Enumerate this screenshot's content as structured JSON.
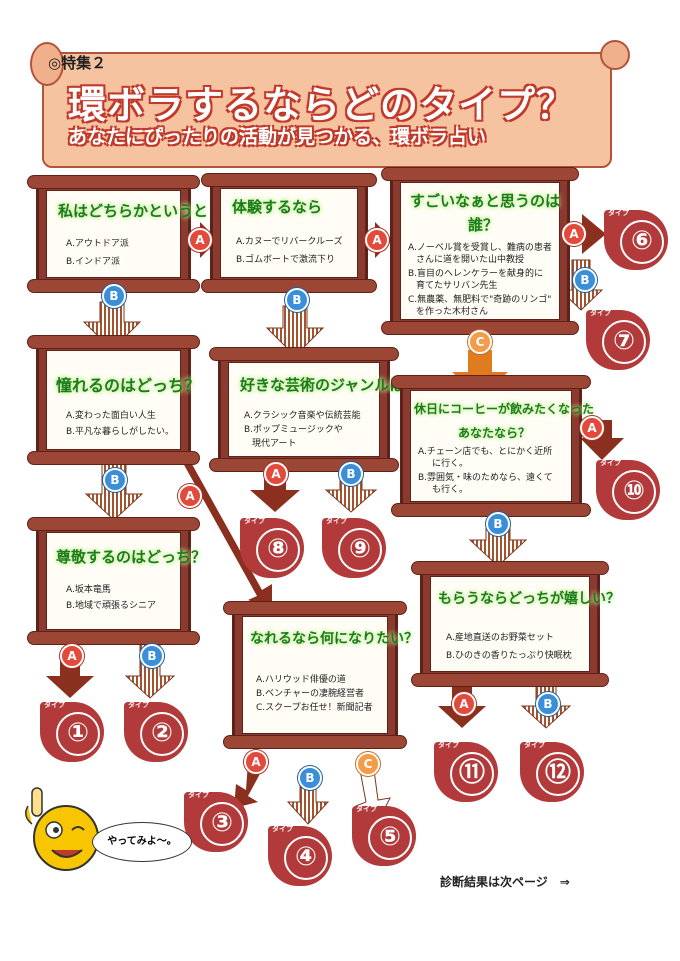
{
  "header": {
    "label": "◎特集２",
    "title": "環ボラするならどのタイプ？",
    "subtitle": "あなたにぴったりの活動が見つかる、環ボラ占い"
  },
  "type_tag": "タイプ",
  "questions": [
    {
      "id": "q1",
      "title": "私はどちらかというと",
      "options": [
        "A.アウトドア派",
        "B.インドア派"
      ]
    },
    {
      "id": "q2",
      "title": "体験するなら",
      "options": [
        "A.カヌーでリバークルーズ",
        "B.ゴムボートで激流下り"
      ]
    },
    {
      "id": "q3",
      "title": "すごいなぁと思うのは",
      "title2": "誰？",
      "options": [
        "A.ノーベル賞を受賞し、難病の患者",
        "さんに道を開いた山中教授",
        "B.盲目のヘレンケラーを献身的に",
        "育てたサリバン先生",
        "C.無農薬、無肥料で\"奇跡のリンゴ\"",
        "を作った木村さん"
      ]
    },
    {
      "id": "q4",
      "title": "憧れるのはどっち？",
      "options": [
        "A.変わった面白い人生",
        "B.平凡な暮らしがしたい。"
      ]
    },
    {
      "id": "q5",
      "title": "好きな芸術のジャンルは？",
      "options": [
        "A.クラシック音楽や伝統芸能",
        "B.ポップミュージックや",
        "現代アート"
      ]
    },
    {
      "id": "q6",
      "title": "休日にコーヒーが飲みたくなった",
      "title2": "あなたなら？",
      "options": [
        "A.チェーン店でも、とにかく近所",
        "に行く。",
        "B.雰囲気・味のためなら、遠くて",
        "も行く。"
      ]
    },
    {
      "id": "q7",
      "title": "尊敬するのはどっち？",
      "options": [
        "A.坂本竜馬",
        "B.地域で頑張るシニア"
      ]
    },
    {
      "id": "q8",
      "title": "なれるなら何になりたい？",
      "options": [
        "A.ハリウッド俳優の道",
        "B.ベンチャーの凄腕経営者",
        "C.スクープお任せ！新聞記者"
      ]
    },
    {
      "id": "q9",
      "title": "もらうならどっちが嬉しい？",
      "options": [
        "A.産地直送のお野菜セット",
        "B.ひのきの香りたっぷり快眠枕"
      ]
    }
  ],
  "badges": {
    "a": "A",
    "b": "B",
    "c": "C"
  },
  "types": [
    "①",
    "②",
    "③",
    "④",
    "⑤",
    "⑥",
    "⑦",
    "⑧",
    "⑨",
    "⑩",
    "⑪",
    "⑫"
  ],
  "mascot": {
    "speech": "やってみよ〜。"
  },
  "footer": "診断結果は次ページ　⇒",
  "colors": {
    "frame": "#8b3a2f",
    "question_text": "#1f7a1f",
    "badge_a": "#e24a3b",
    "badge_b": "#3b8fd9",
    "badge_c": "#f39c4a",
    "type_bg": "#b23a3a",
    "title_outline": "#c0392b"
  }
}
